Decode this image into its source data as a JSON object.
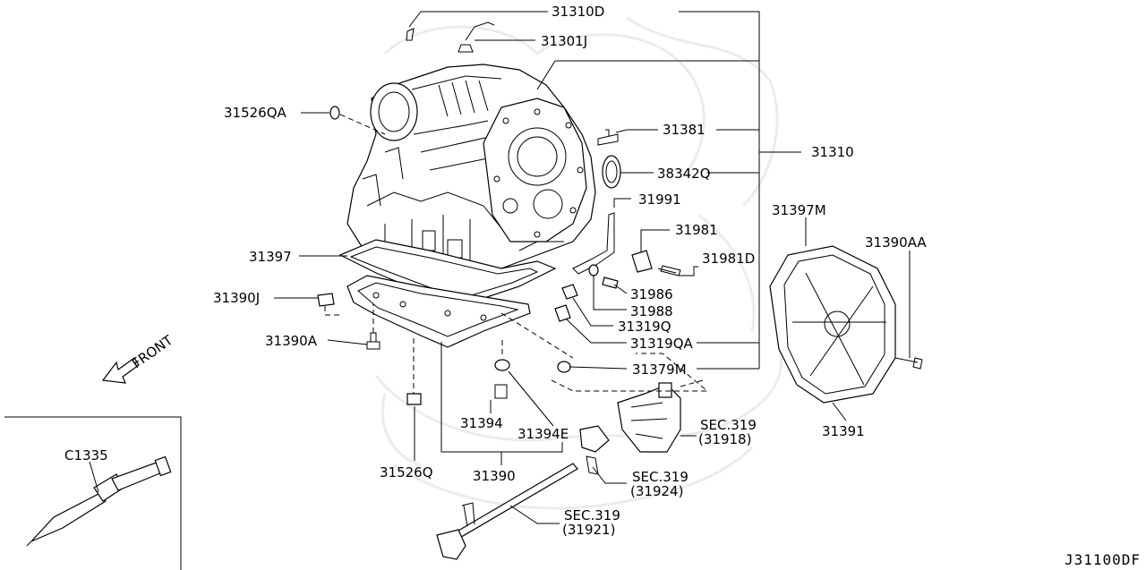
{
  "diagram": {
    "drawing_code": "J31100DF",
    "front_label": "FRONT",
    "callouts": {
      "p31310D": "31310D",
      "p31301J": "31301J",
      "p31526QA": "31526QA",
      "p31381": "31381",
      "p31310": "31310",
      "p38342Q": "38342Q",
      "p31991": "31991",
      "p31397M": "31397M",
      "p31981": "31981",
      "p31390AA": "31390AA",
      "p31981D": "31981D",
      "p31397": "31397",
      "p31986": "31986",
      "p31390J": "31390J",
      "p31988": "31988",
      "p31319Q": "31319Q",
      "p31390A": "31390A",
      "p31319QA": "31319QA",
      "p31379M": "31379M",
      "p31394": "31394",
      "p31394E": "31394E",
      "p31391": "31391",
      "p31526Q": "31526Q",
      "p31390": "31390",
      "pC1335": "C1335",
      "sec1_title": "SEC.319",
      "sec1_ref": "(31918)",
      "sec2_title": "SEC.319",
      "sec2_ref": "(31924)",
      "sec3_title": "SEC.319",
      "sec3_ref": "(31921)"
    }
  }
}
